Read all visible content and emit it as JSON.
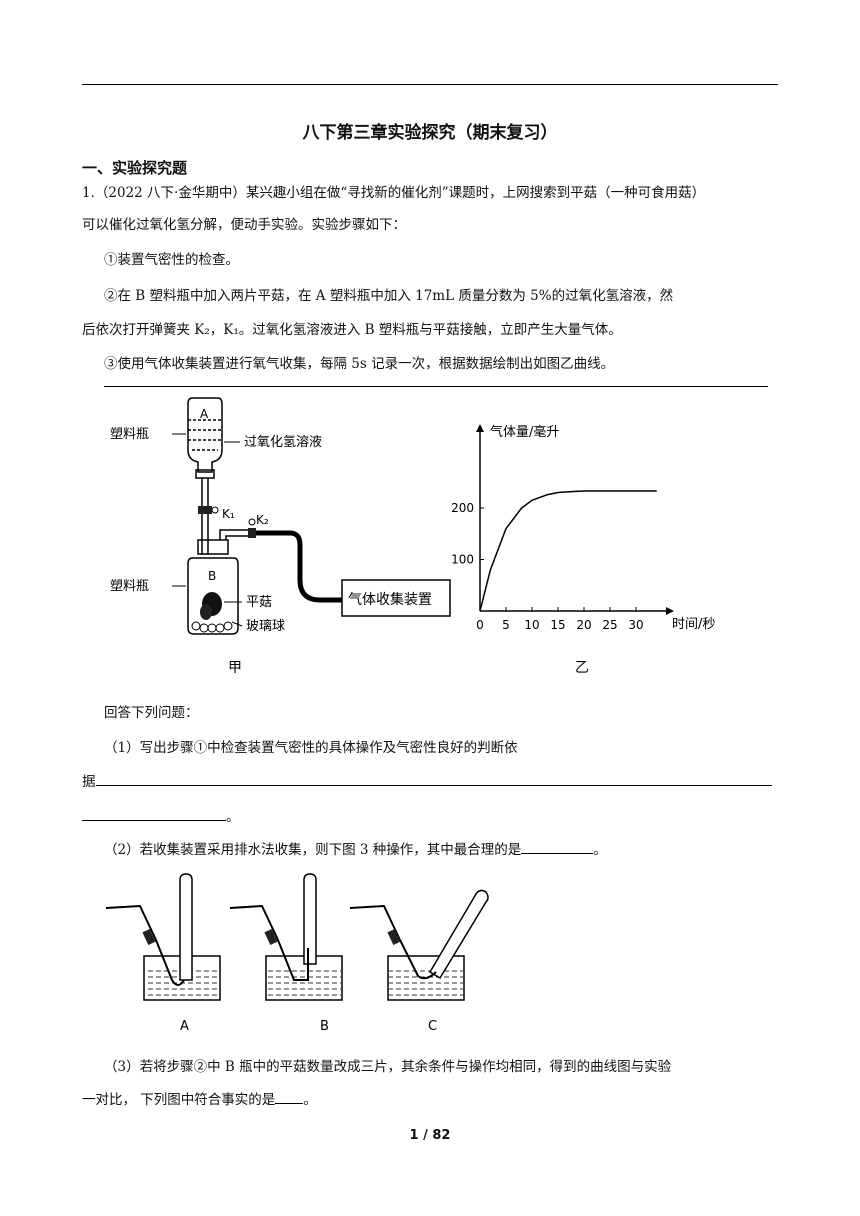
{
  "title": "八下第三章实验探究（期末复习）",
  "section": "一、实验探究题",
  "q1": {
    "line1": "1.（2022 八下·金华期中）某兴趣小组在做“寻找新的催化剂”课题时，上网搜索到平菇（一种可食用菇）",
    "line2": "可以催化过氧化氢分解，便动手实验。实验步骤如下：",
    "step1": "①装置气密性的检查。",
    "step2a": "②在  B  塑料瓶中加入两片平菇，在  A  塑料瓶中加入  17mL  质量分数为  5%的过氧化氢溶液，然",
    "step2b": "后依次打开弹簧夹 K₂，K₁。过氧化氢溶液进入  B  塑料瓶与平菇接触，立即产生大量气体。",
    "step3": "③使用气体收集装置进行氧气收集，每隔  5s  记录一次，根据数据绘制出如图乙曲线。"
  },
  "figure_jia": {
    "label_A": "A",
    "label_B": "B",
    "bottle_top": "塑料瓶",
    "solution": "过氧化氢溶液",
    "k1": "K₁",
    "k2": "K₂",
    "bottle_bottom": "塑料瓶",
    "mushroom": "平菇",
    "glass_ball": "玻璃球",
    "collector": "气体收集装置",
    "caption": "甲"
  },
  "chart_data": {
    "type": "line",
    "ylabel": "气体量/毫升",
    "xlabel": "时间/秒",
    "x_ticks": [
      "0",
      "5",
      "10",
      "15",
      "20",
      "25",
      "30"
    ],
    "y_ticks": [
      "100",
      "200"
    ],
    "series": [
      {
        "x": [
          0,
          2,
          5,
          8,
          10,
          13,
          15,
          18,
          20,
          25,
          30,
          34
        ],
        "y": [
          0,
          80,
          160,
          200,
          215,
          226,
          230,
          232,
          233,
          233,
          233,
          233
        ]
      }
    ],
    "caption": "乙"
  },
  "answer_intro": "回答下列问题：",
  "q_part1": "（1）写出步骤①中检查装置气密性的具体操作及气密性良好的判断依",
  "q_part1_cont": "据",
  "q_part1_end": "。",
  "q_part2": "（2）若收集装置采用排水法收集，则下图  3  种操作，其中最合理的是",
  "q_part2_end": "。",
  "options": [
    "A",
    "B",
    "C"
  ],
  "q_part3a": "（3）若将步骤②中  B  瓶中的平菇数量改成三片，其余条件与操作均相同，得到的曲线图与实验",
  "q_part3b": "一对比，  下列图中符合事实的是",
  "q_part3_end": "。",
  "page_number": "1 / 82"
}
